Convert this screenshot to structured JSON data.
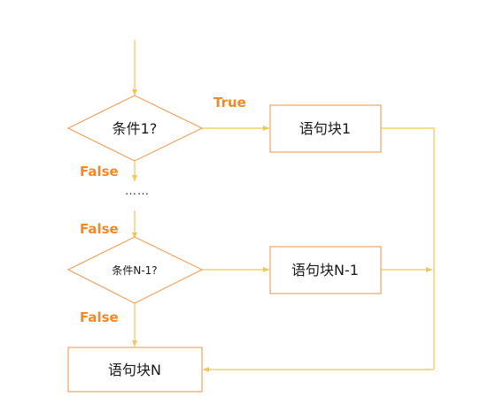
{
  "colors": {
    "box_stroke": "#f4a25c",
    "line": "#f7c453",
    "label": "#f0892a"
  },
  "diagram": {
    "conditions": [
      "条件1?",
      "条件N-1?"
    ],
    "statements": [
      "语句块1",
      "语句块N-1",
      "语句块N"
    ],
    "labels": {
      "true": "True",
      "false_1": "False",
      "false_2": "False",
      "false_3": "False"
    },
    "ellipsis": "……"
  }
}
